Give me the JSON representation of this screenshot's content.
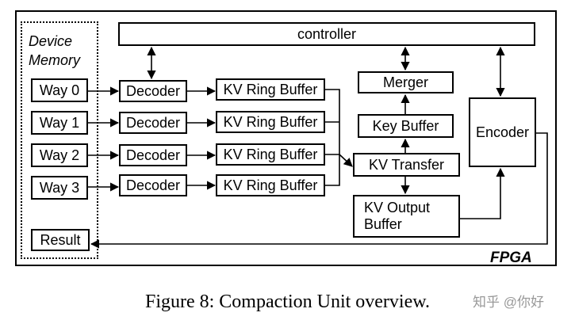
{
  "device_memory": [
    "Device",
    "Memory"
  ],
  "controller": "controller",
  "ways": [
    "Way 0",
    "Way 1",
    "Way 2",
    "Way 3"
  ],
  "decoder": "Decoder",
  "kv_ring_buffer": "KV Ring Buffer",
  "merger": "Merger",
  "key_buffer": "Key Buffer",
  "kv_transfer": "KV Transfer",
  "kv_output_buffer": [
    "KV Output",
    "Buffer"
  ],
  "encoder": "Encoder",
  "result": "Result",
  "fpga": "FPGA",
  "caption": "Figure 8: Compaction Unit overview.",
  "watermark": "知乎 @你好"
}
